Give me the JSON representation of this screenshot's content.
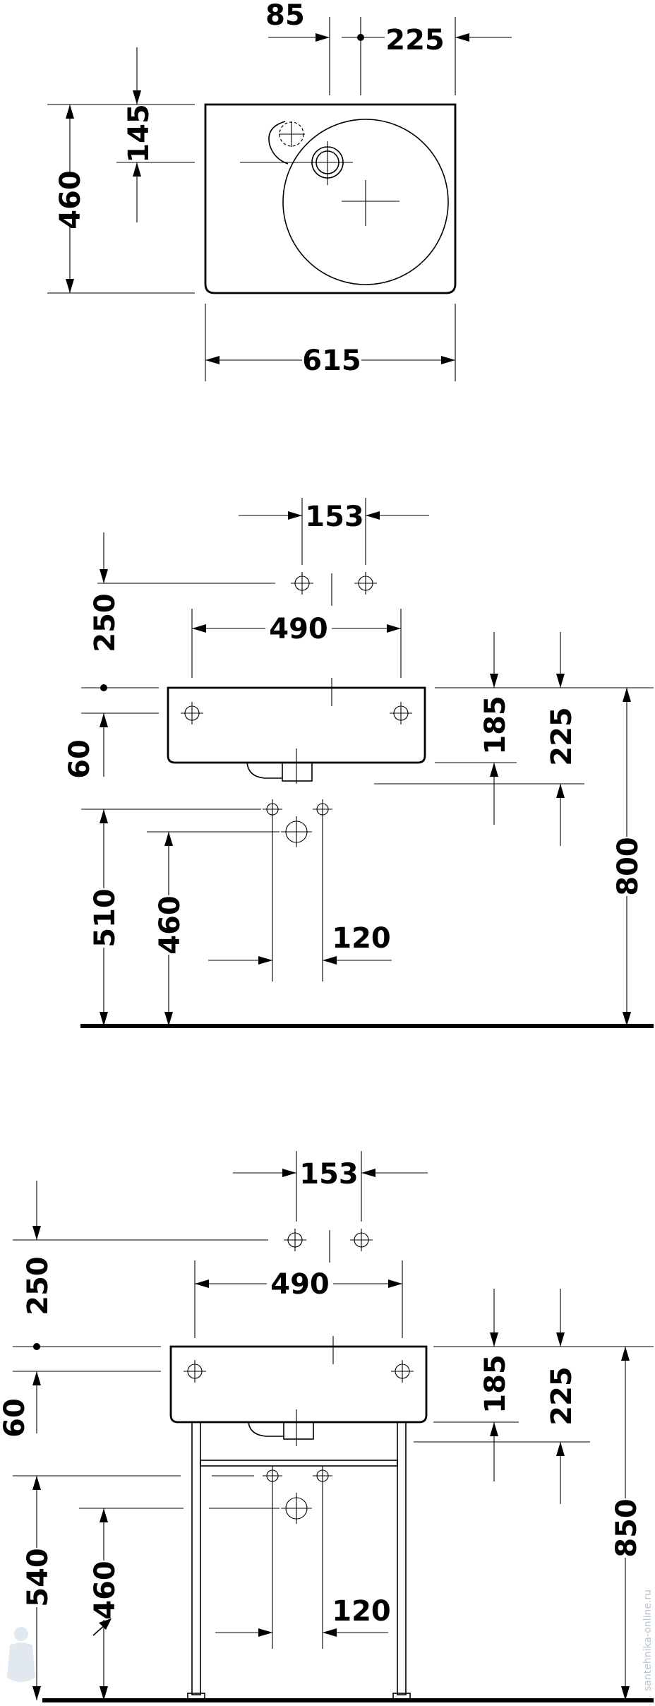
{
  "top_view": {
    "dim_85": "85",
    "dim_225": "225",
    "dim_145": "145",
    "dim_460": "460",
    "dim_615": "615"
  },
  "wall_view": {
    "dim_153": "153",
    "dim_250": "250",
    "dim_490": "490",
    "dim_60": "60",
    "dim_185": "185",
    "dim_225": "225",
    "dim_800": "800",
    "dim_510": "510",
    "dim_460": "460",
    "dim_120": "120"
  },
  "stand_view": {
    "dim_153": "153",
    "dim_250": "250",
    "dim_490": "490",
    "dim_60": "60",
    "dim_185": "185",
    "dim_225": "225",
    "dim_850": "850",
    "dim_540": "540",
    "dim_460": "460",
    "dim_120": "120"
  },
  "watermark": "santehnika-online.ru"
}
